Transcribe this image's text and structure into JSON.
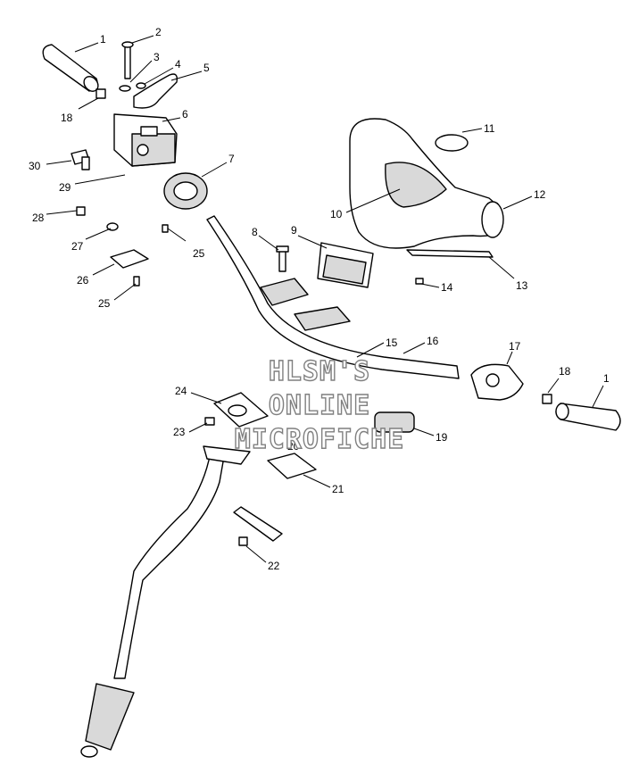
{
  "callouts": [
    "1",
    "2",
    "3",
    "4",
    "5",
    "6",
    "7",
    "8",
    "9",
    "10",
    "11",
    "12",
    "13",
    "14",
    "15",
    "16",
    "17",
    "18",
    "19",
    "20",
    "21",
    "22",
    "23",
    "24",
    "25",
    "26",
    "27",
    "28",
    "29",
    "30",
    "25",
    "1",
    "18"
  ],
  "watermark": {
    "line1": "HLSM'S",
    "line2": "ONLINE",
    "line3": "MICROFICHE"
  }
}
